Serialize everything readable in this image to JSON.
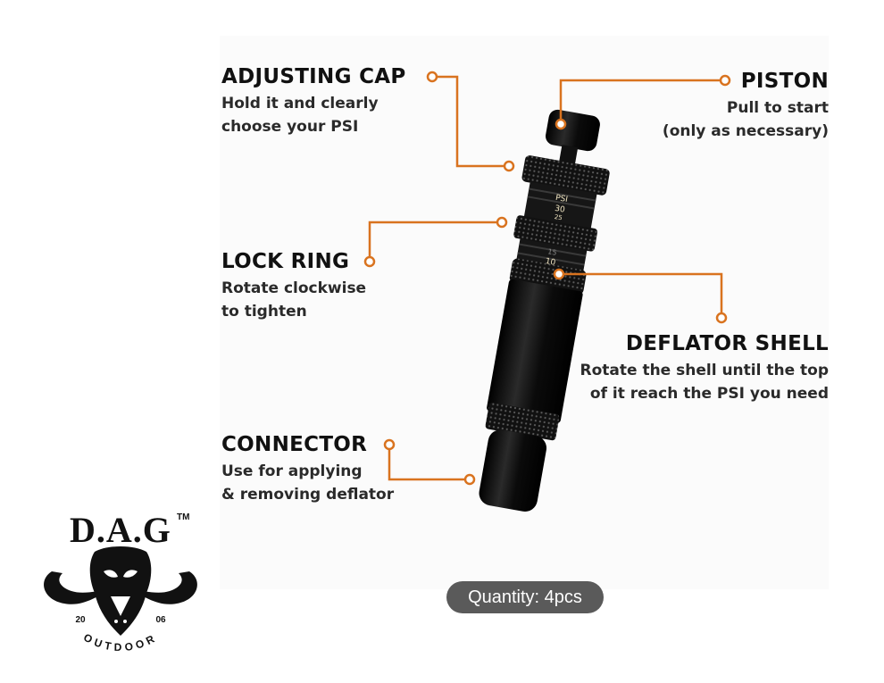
{
  "callouts": {
    "adjusting_cap": {
      "title": "ADJUSTING CAP",
      "desc_line1": "Hold it and clearly",
      "desc_line2": "choose your PSI"
    },
    "piston": {
      "title": "PISTON",
      "desc_line1": "Pull to start",
      "desc_line2": "(only as necessary)"
    },
    "lock_ring": {
      "title": "LOCK RING",
      "desc_line1": "Rotate clockwise",
      "desc_line2": "to tighten"
    },
    "deflator_shell": {
      "title": "DEFLATOR SHELL",
      "desc_line1": "Rotate the shell until the top",
      "desc_line2": "of it reach the PSI you need"
    },
    "connector": {
      "title": "CONNECTOR",
      "desc_line1": "Use for applying",
      "desc_line2": "& removing deflator"
    }
  },
  "scale": {
    "unit": "PSI",
    "marks": [
      "30",
      "25",
      "15",
      "10"
    ]
  },
  "quantity_badge": "Quantity: 4pcs",
  "logo": {
    "brand": "D.A.G",
    "trademark": "TM",
    "year_left": "20",
    "year_right": "06",
    "tagline": "OUTDOOR"
  },
  "colors": {
    "callout_line": "#d9731f",
    "tool_body": "#0d0d0d",
    "badge_bg": "#5a5a5a"
  }
}
